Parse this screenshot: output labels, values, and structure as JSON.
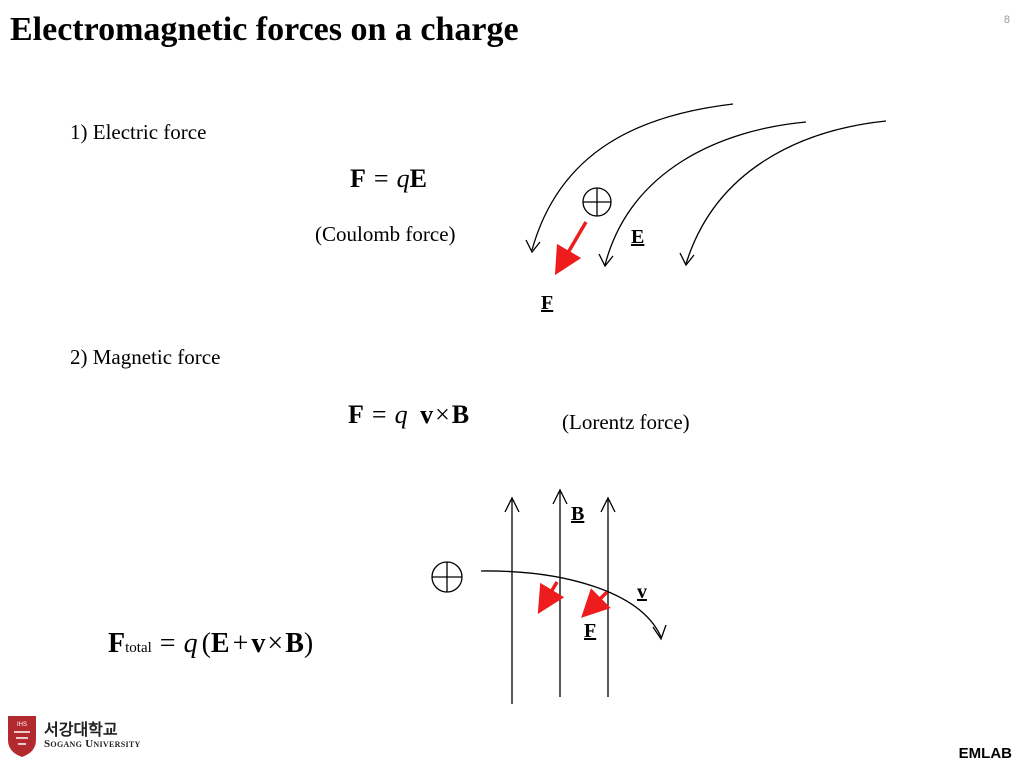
{
  "slide": {
    "title": "Electromagnetic forces on a charge",
    "page_number": "8"
  },
  "electric": {
    "label": "1) Electric force",
    "equation": {
      "lhs": "F",
      "eq": "=",
      "q": "q",
      "rhs": "E"
    },
    "name": "(Coulomb force)",
    "diagram": {
      "field_label": "E",
      "force_label": "F",
      "field_icon": "field-line-arrow-icon",
      "charge_icon": "positive-charge-icon"
    }
  },
  "magnetic": {
    "label": "2) Magnetic force",
    "equation": {
      "lhs": "F",
      "eq": "=",
      "q": "q",
      "v": "v",
      "cross": "×",
      "b": "B"
    },
    "name": "(Lorentz force)",
    "diagram": {
      "field_label": "B",
      "velocity_label": "v",
      "force_label": "F",
      "charge_icon": "positive-charge-icon"
    }
  },
  "total": {
    "lhs": "F",
    "sub": "total",
    "eq": "=",
    "q": "q",
    "open": "(",
    "e": "E",
    "plus": "+",
    "v": "v",
    "cross": "×",
    "b": "B",
    "close": ")"
  },
  "footer": {
    "university_korean": "서강대학교",
    "university_english": "Sogang University",
    "seal_text": "IHS",
    "lab": "EMLAB"
  },
  "colors": {
    "force_arrow": "#ee1c1c",
    "text": "#000000",
    "seal": "#b22a2e"
  }
}
